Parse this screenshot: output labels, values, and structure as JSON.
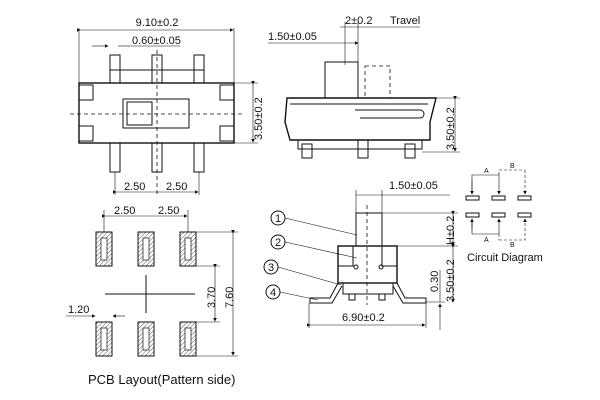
{
  "top_view": {
    "width_dim": "9.10±0.2",
    "pin_width_dim": "0.60±0.05",
    "height_dim": "3.50±0.2",
    "pitch_left": "2.50",
    "pitch_right": "2.50"
  },
  "side_view": {
    "slider_dim": "1.50±0.05",
    "travel_dim": "2±0.2",
    "travel_label": "Travel",
    "height_dim": "3.50±0.2"
  },
  "pcb_layout": {
    "pitch_left": "2.50",
    "pitch_right": "2.50",
    "row_dim": "3.70",
    "total_dim": "7.60",
    "pad_dim": "1.20",
    "caption": "PCB Layout(Pattern side)"
  },
  "front_view": {
    "slider_dim": "1.50±0.05",
    "h_dim": "H±0.2",
    "leg_dim": "0.30",
    "height_dim": "3.50±0.2",
    "width_dim": "6.90±0.2",
    "callouts": [
      "1",
      "2",
      "3",
      "4"
    ]
  },
  "circuit": {
    "title": "Circuit Diagram",
    "label_a": "A",
    "label_b": "B"
  }
}
